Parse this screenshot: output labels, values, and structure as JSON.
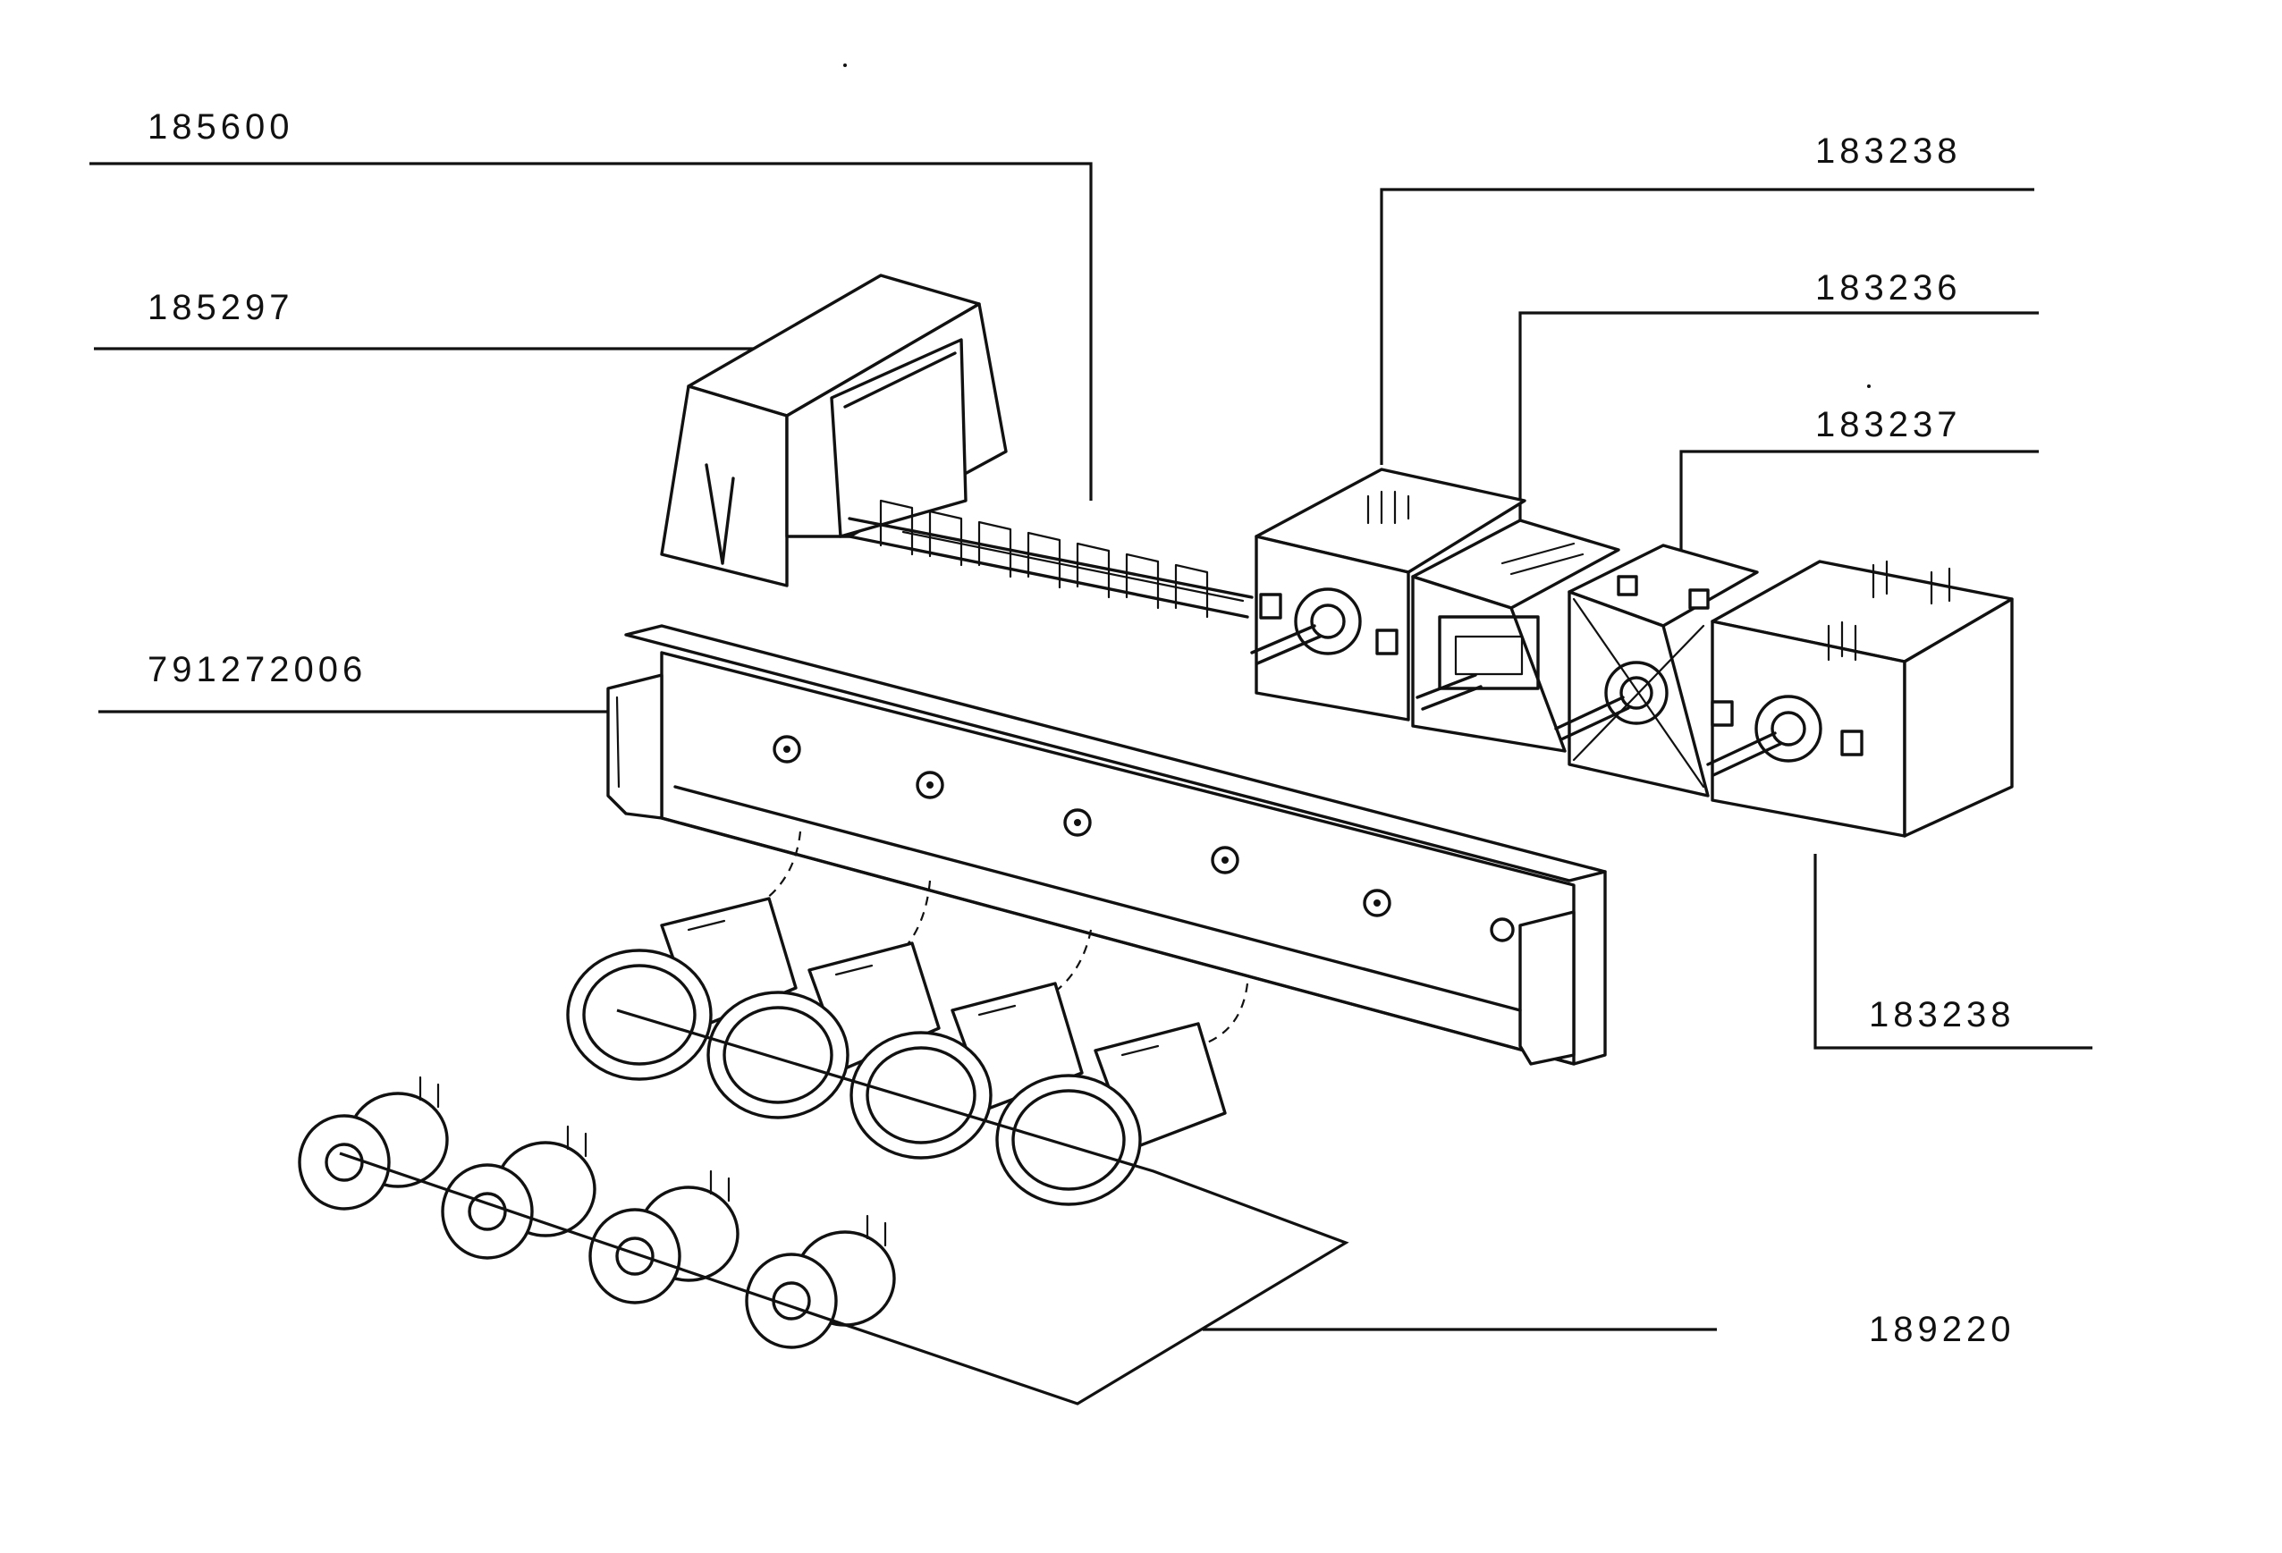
{
  "diagram": {
    "part_numbers": {
      "harness": "185600",
      "transformer": "185297",
      "panel": "791272006",
      "switch_top": "183238",
      "switch_2": "183236",
      "switch_3": "183237",
      "switch_bottom": "183238",
      "lamps": "189220"
    },
    "colors": {
      "ink": "#111111",
      "paper": "#ffffff"
    }
  }
}
